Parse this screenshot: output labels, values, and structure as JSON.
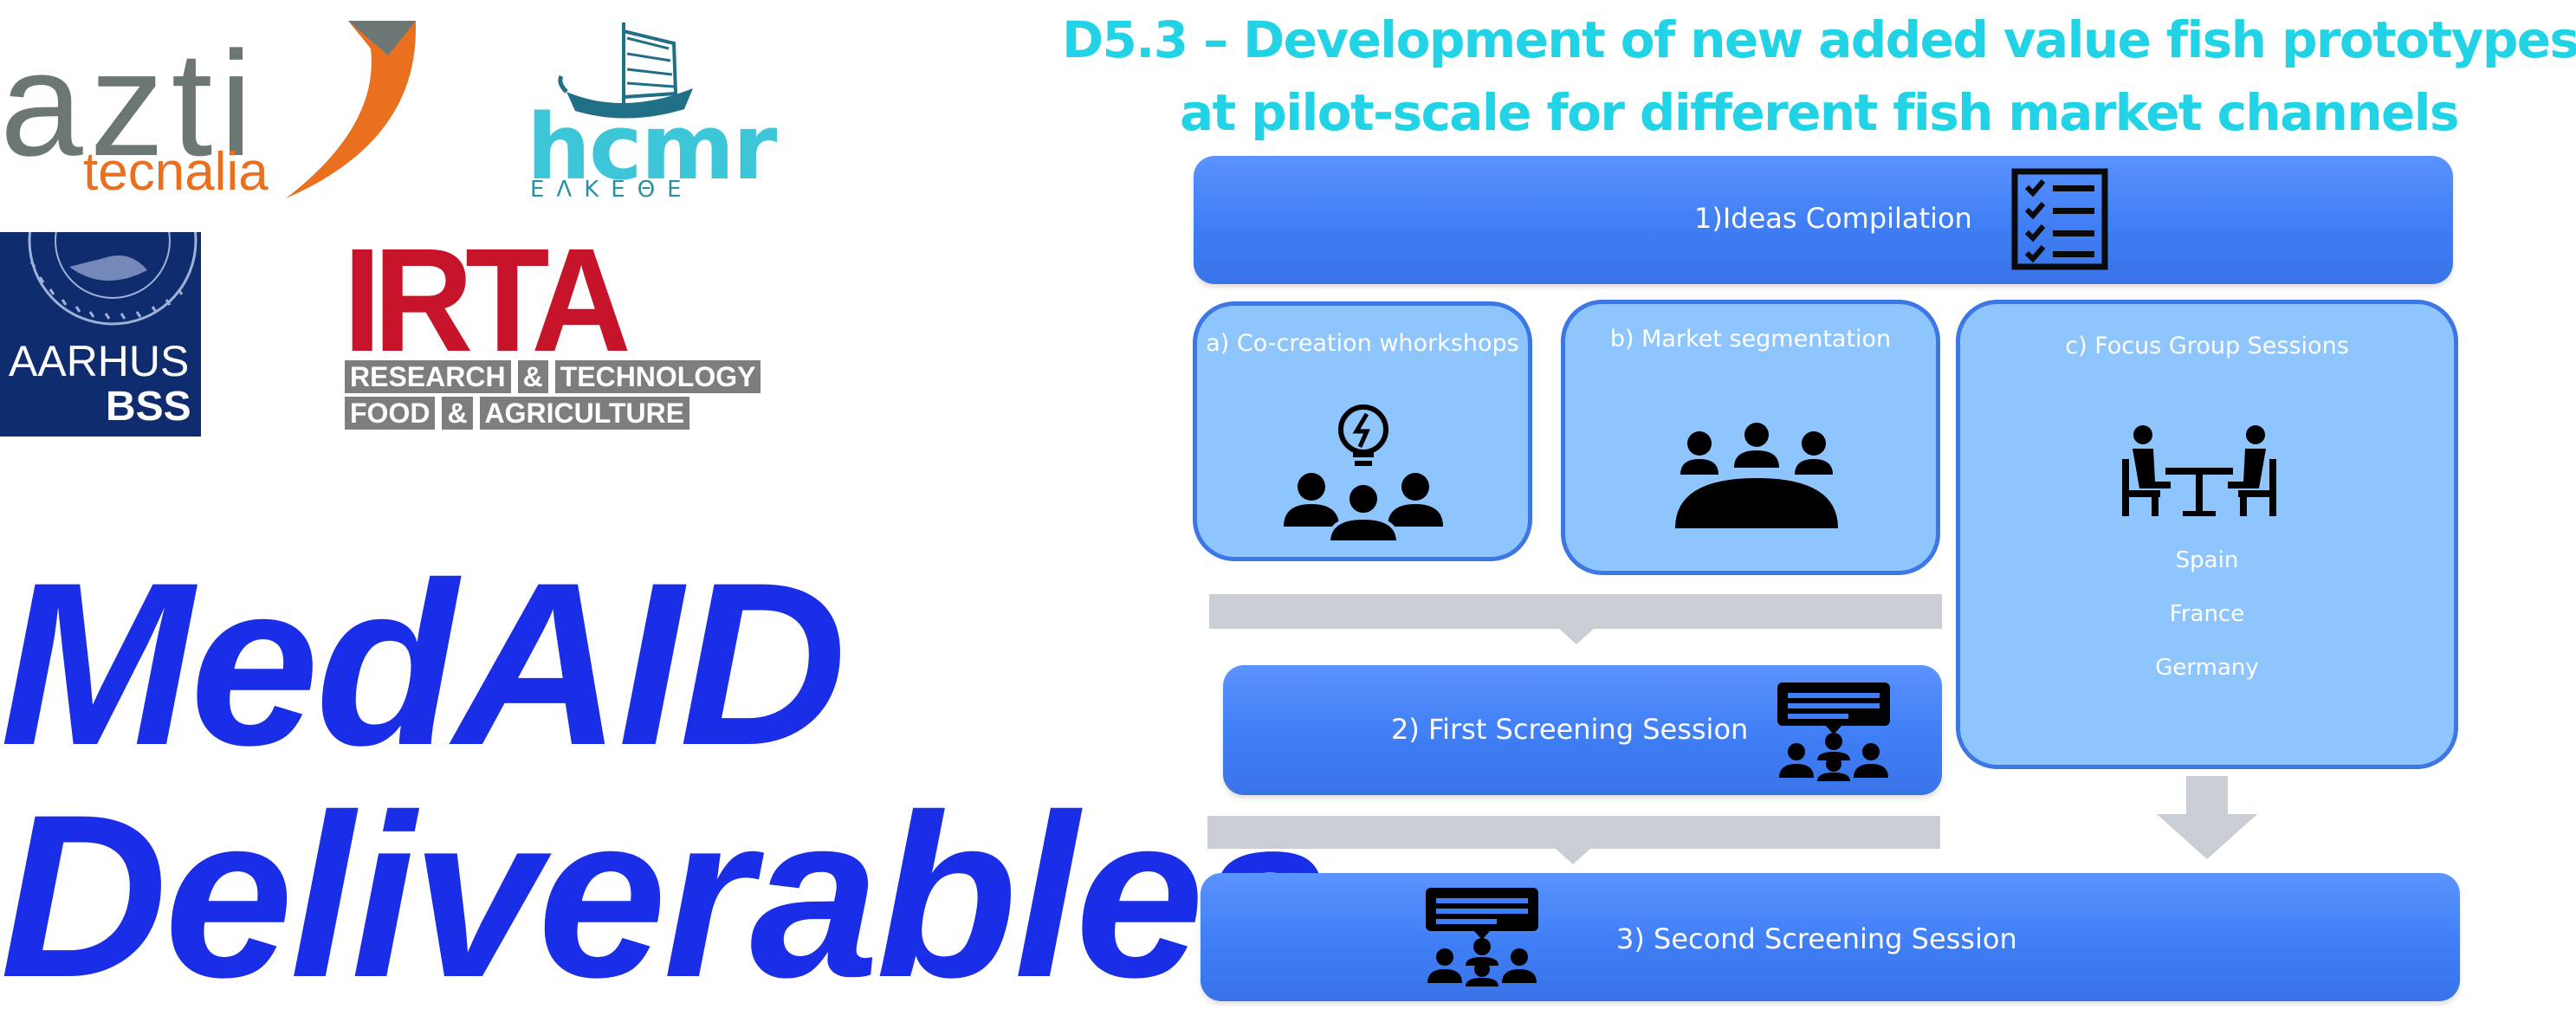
{
  "logos": {
    "azti": {
      "word": "azti",
      "sub": "tecnalia"
    },
    "hcmr": {
      "word": "hcmr",
      "greek": "ΕΛΚΕΘΕ"
    },
    "aarhus": {
      "line1": "AARHUS",
      "line2": "BSS"
    },
    "irta": {
      "word": "IRTA",
      "row1": [
        "RESEARCH",
        "&",
        "TECHNOLOGY"
      ],
      "row2": [
        "FOOD",
        "&",
        "AGRICULTURE"
      ]
    }
  },
  "title": {
    "line1": "MedAID",
    "line2": "Deliverables"
  },
  "heading": {
    "line1": "D5.3 – Development of new added value fish prototypes",
    "line2": "at pilot-scale for different fish market channels"
  },
  "diagram": {
    "step1": "1)Ideas Compilation",
    "box_a": "a) Co-creation whorkshops",
    "box_b": "b) Market segmentation",
    "box_c": "c) Focus Group Sessions",
    "countries": [
      "Spain",
      "France",
      "Germany"
    ],
    "step2": "2) First Screening Session",
    "step3": "3) Second Screening Session"
  },
  "colors": {
    "title_blue": "#1a2ee8",
    "heading_cyan": "#22d3e6",
    "bar_blue": "#3f7ef5",
    "light_box": "#8ec5fc",
    "strip_gray": "#c8ced3"
  },
  "icons": [
    "checklist-icon",
    "idea-team-icon",
    "meeting-table-icon",
    "interview-icon",
    "presentation-audience-icon"
  ]
}
